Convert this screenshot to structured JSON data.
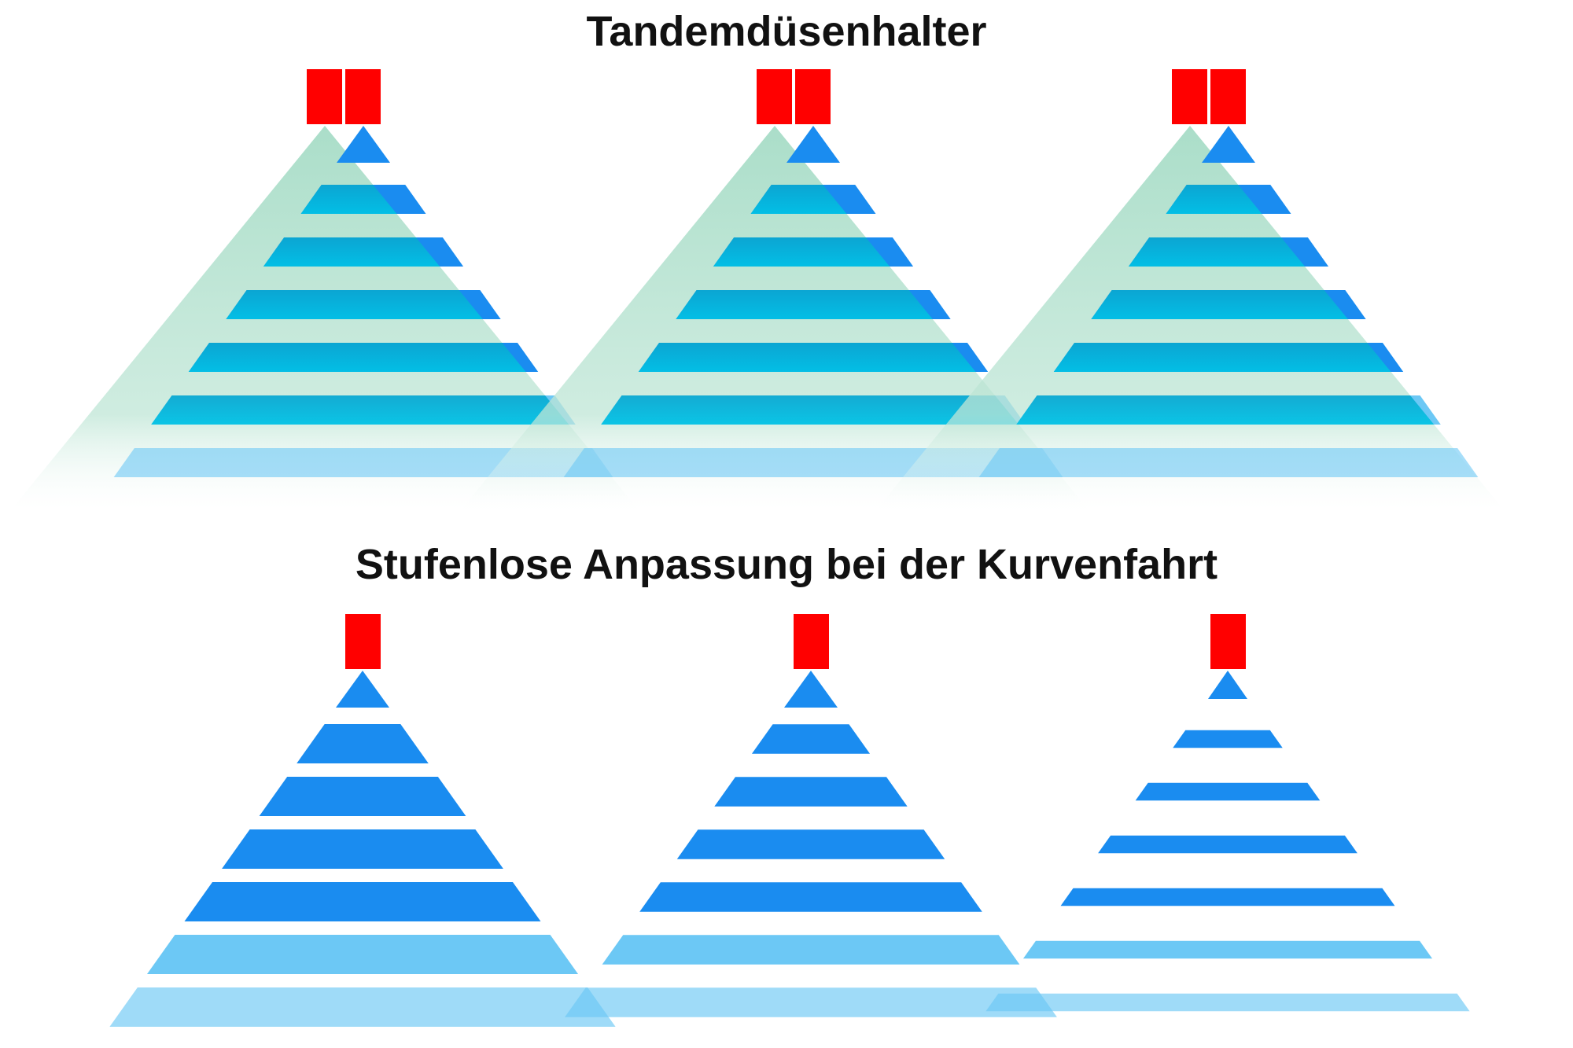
{
  "diagram": {
    "sections": [
      {
        "id": "tandem",
        "title": "Tandemdüsenhalter",
        "nozzle_count": 3,
        "heads_per_holder": 2,
        "stripes_per_fan": 7
      },
      {
        "id": "curve",
        "title": "Stufenlose Anpassung bei der Kurvenfahrt",
        "nozzle_count": 3,
        "heads_per_holder": 1,
        "stripes_per_fan": 7,
        "relative_stripe_thickness": [
          1.0,
          0.75,
          0.45
        ]
      }
    ],
    "colors": {
      "nozzle_head": "#ff0000",
      "spray_blue": "#1a8cf0",
      "spray_light_blue": "#6cc8f5",
      "secondary_fan_green": "#a6dcc6",
      "overlap_teal": "#00b4d6",
      "text": "#111111",
      "background": "#ffffff"
    }
  }
}
